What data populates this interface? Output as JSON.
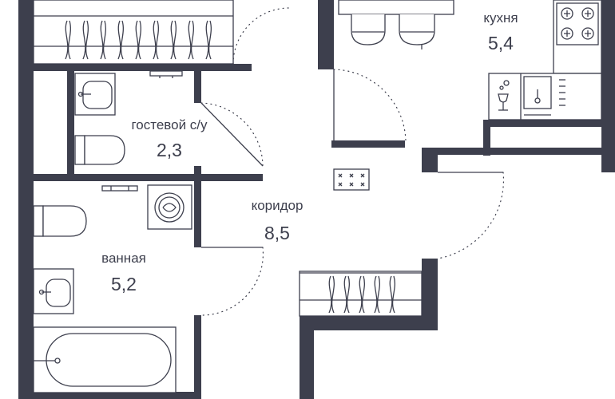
{
  "rooms": {
    "kitchen": {
      "name": "кухня",
      "area": "5,4"
    },
    "guest_wc": {
      "name": "гостевой с/у",
      "area": "2,3"
    },
    "corridor": {
      "name": "коридор",
      "area": "8,5"
    },
    "bathroom": {
      "name": "ванная",
      "area": "5,2"
    }
  },
  "colors": {
    "wall": "#3d3f4d",
    "background": "#ffffff"
  }
}
